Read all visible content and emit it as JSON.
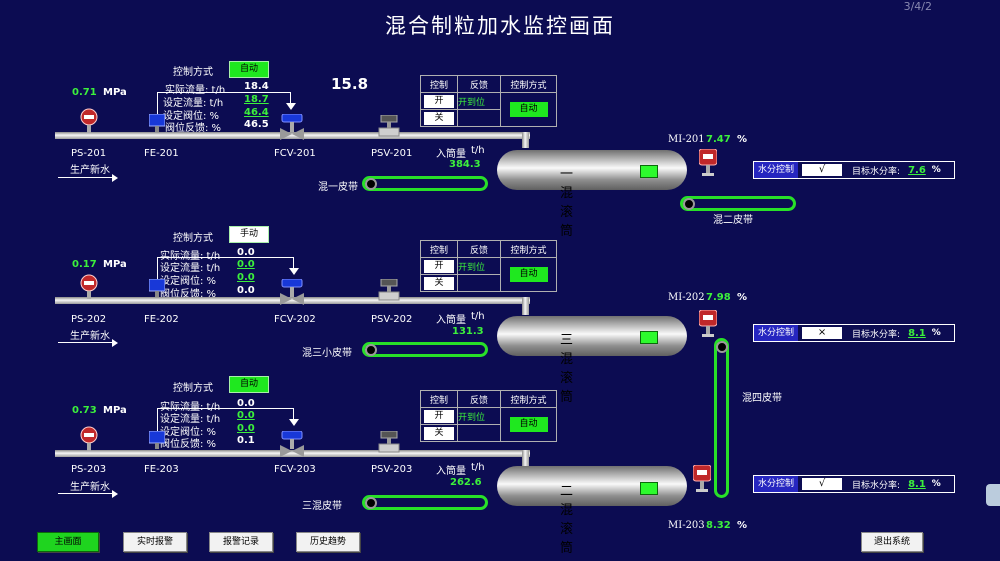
{
  "title": "混合制粒加水监控画面",
  "corner_text": "3/4/2",
  "top_value": "15.8",
  "colors": {
    "background": "#0c0c52",
    "green": "#3cf03c",
    "blue_header": "#2626c0"
  },
  "lines": [
    {
      "mode_label": "控制方式",
      "mode_value": "自动",
      "mode_manual": false,
      "pressure": "0.71",
      "pressure_unit": "MPa",
      "actual_flow_label": "实际流量: t/h",
      "actual_flow": "18.4",
      "set_flow_label": "设定流量: t/h",
      "set_flow": "18.7",
      "set_valve_label": "设定阀位: %",
      "set_valve": "46.4",
      "valve_fb_label": "阀位反馈: %",
      "valve_fb": "46.5",
      "tag_ps": "PS-201",
      "tag_fe": "FE-201",
      "tag_fcv": "FCV-201",
      "tag_psv": "PSV-201",
      "source": "生产新水",
      "ctrl_headers": [
        "控制",
        "反馈",
        "控制方式"
      ],
      "open_label": "开",
      "close_label": "关",
      "feedback": "开到位",
      "ctrl_mode": "自动",
      "inflow_label": "入筒量",
      "inflow_unit": "t/h",
      "inflow": "384.3",
      "belt_label": "混一皮带",
      "drum_label": "一混滚筒"
    },
    {
      "mode_label": "控制方式",
      "mode_value": "手动",
      "mode_manual": true,
      "pressure": "0.17",
      "pressure_unit": "MPa",
      "actual_flow_label": "实际流量: t/h",
      "actual_flow": "0.0",
      "set_flow_label": "设定流量: t/h",
      "set_flow": "0.0",
      "set_valve_label": "设定阀位: %",
      "set_valve": "0.0",
      "valve_fb_label": "阀位反馈: %",
      "valve_fb": "0.0",
      "tag_ps": "PS-202",
      "tag_fe": "FE-202",
      "tag_fcv": "FCV-202",
      "tag_psv": "PSV-202",
      "source": "生产新水",
      "ctrl_headers": [
        "控制",
        "反馈",
        "控制方式"
      ],
      "open_label": "开",
      "close_label": "关",
      "feedback": "开到位",
      "ctrl_mode": "自动",
      "inflow_label": "入筒量",
      "inflow_unit": "t/h",
      "inflow": "131.3",
      "belt_label": "混三小皮带",
      "drum_label": "三混滚筒"
    },
    {
      "mode_label": "控制方式",
      "mode_value": "自动",
      "mode_manual": false,
      "pressure": "0.73",
      "pressure_unit": "MPa",
      "actual_flow_label": "实际流量: t/h",
      "actual_flow": "0.0",
      "set_flow_label": "设定流量: t/h",
      "set_flow": "0.0",
      "set_valve_label": "设定阀位: %",
      "set_valve": "0.0",
      "valve_fb_label": "阀位反馈: %",
      "valve_fb": "0.1",
      "tag_ps": "PS-203",
      "tag_fe": "FE-203",
      "tag_fcv": "FCV-203",
      "tag_psv": "PSV-203",
      "source": "生产新水",
      "ctrl_headers": [
        "控制",
        "反馈",
        "控制方式"
      ],
      "open_label": "开",
      "close_label": "关",
      "feedback": "开到位",
      "ctrl_mode": "自动",
      "inflow_label": "入筒量",
      "inflow_unit": "t/h",
      "inflow": "262.6",
      "belt_label": "三混皮带",
      "drum_label": "二混滚筒"
    }
  ],
  "moisture": [
    {
      "tag": "MI-201",
      "value": "7.47",
      "unit": "%",
      "ctrl_label": "水分控制",
      "check": "√",
      "target_label": "目标水分率:",
      "target": "7.6",
      "target_unit": "%"
    },
    {
      "tag": "MI-202",
      "value": "7.98",
      "unit": "%",
      "ctrl_label": "水分控制",
      "check": "×",
      "target_label": "目标水分率:",
      "target": "8.1",
      "target_unit": "%"
    },
    {
      "tag": "MI-203",
      "value": "8.32",
      "unit": "%",
      "ctrl_label": "水分控制",
      "check": "√",
      "target_label": "目标水分率:",
      "target": "8.1",
      "target_unit": "%"
    }
  ],
  "extra_belts": {
    "belt2": "混二皮带",
    "belt4": "混四皮带"
  },
  "nav": {
    "main": "主画面",
    "realtime_alarm": "实时报警",
    "alarm_log": "报警记录",
    "history": "历史趋势",
    "exit": "退出系统"
  }
}
